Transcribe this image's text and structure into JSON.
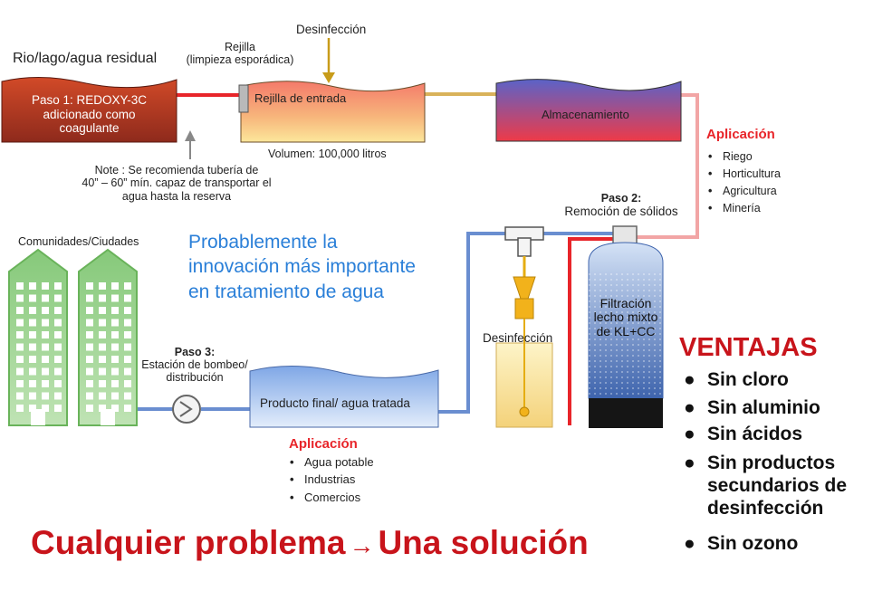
{
  "colors": {
    "red_pipe": "#e8252a",
    "gold_pipe": "#d9b25a",
    "pink_pipe": "#f2a5a5",
    "blue_pipe": "#6a8ed0",
    "headline_red": "#c8141b",
    "blue_text": "#2a7fd8",
    "building_green": "#7ec46f"
  },
  "source": {
    "label": "Rio/lago/agua residual",
    "box_text": [
      "Paso 1: REDOXY-3C",
      "adicionado como",
      "coagulante"
    ]
  },
  "rejilla": {
    "label_line1": "Rejilla",
    "label_line2": "(limpieza esporádica)",
    "box_text": "Rejilla de entrada",
    "volume": "Volumen: 100,000 litros"
  },
  "desinfeccion_top": "Desinfección",
  "almacenamiento": "Almacenamiento",
  "note": {
    "lines": [
      "Note : Se recomienda tubería de",
      "40” – 60” mín. capaz de transportar el",
      "agua hasta la reserva"
    ]
  },
  "aplicacion_right": {
    "title": "Aplicación",
    "items": [
      "Riego",
      "Horticultura",
      "Agricultura",
      "Minería"
    ]
  },
  "paso2": {
    "line1": "Paso 2:",
    "line2": "Remoción de sólidos"
  },
  "filter": {
    "lines": [
      "Filtración",
      "lecho mixto",
      "de KL+CC"
    ]
  },
  "desinfeccion_mid": "Desinfección",
  "tagline": {
    "lines": [
      "Probablemente la",
      "innovación más importante",
      "en tratamiento de agua"
    ]
  },
  "comunidades": "Comunidades/Ciudades",
  "paso3": {
    "line1": "Paso 3:",
    "line2": "Estación de bombeo/",
    "line3": "distribución"
  },
  "producto": "Producto final/ agua tratada",
  "aplicacion_bottom": {
    "title": "Aplicación",
    "items": [
      "Agua potable",
      "Industrias",
      "Comercios"
    ]
  },
  "ventajas": {
    "title": "VENTAJAS",
    "items": [
      "Sin cloro",
      "Sin aluminio",
      "Sin ácidos",
      "Sin productos secundarios de desinfección",
      "Sin ozono"
    ]
  },
  "headline": {
    "left": "Cualquier problema",
    "arrow": "→",
    "right": "Una solución"
  }
}
